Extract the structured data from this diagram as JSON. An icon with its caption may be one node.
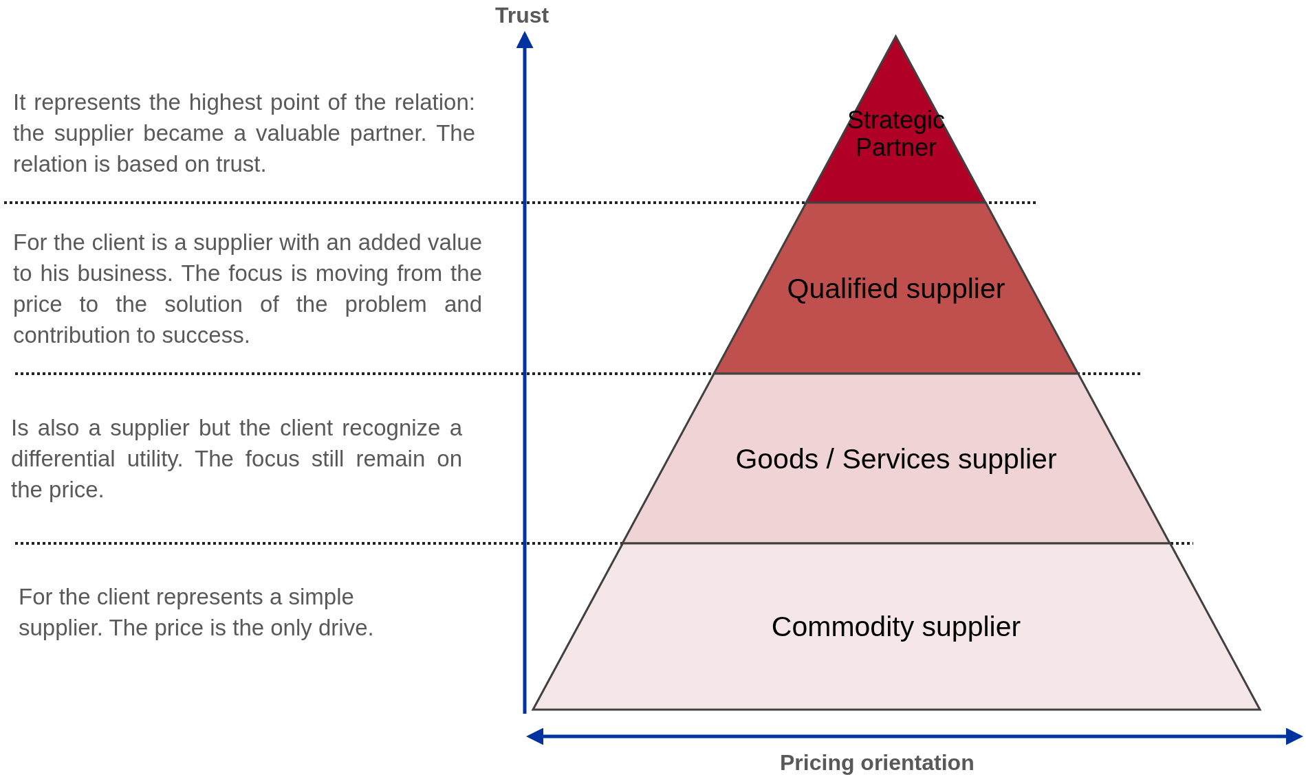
{
  "diagram": {
    "nodes": [
      {
        "text": [
          "Strategic Partner"
        ]
      },
      {
        "text": [
          "Qualified supplier"
        ]
      },
      {
        "text": [
          "Goods / Services supplier"
        ]
      },
      {
        "text": [
          "Commodity supplier"
        ]
      }
    ],
    "labels": [
      "Trust",
      "It represents the highest point of the relation: the supplier became a valuable partner. The relation is based on trust.",
      "For the client is a supplier with an added value to his business. The focus is moving from the price to the solution of the problem and contribution to success.",
      "Is also a supplier but the client recognize a differential utility. The focus still remain on the price.",
      "For the client represents a simple supplier. The price is the only drive.",
      "Pricing orientation"
    ]
  }
}
